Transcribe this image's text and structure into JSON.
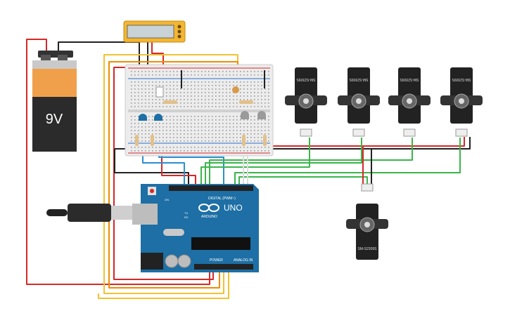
{
  "battery": {
    "label": "9V",
    "color_top": "#f0a04b",
    "color_body": "#2b2b2b"
  },
  "arduino": {
    "brand": "ARDUINO",
    "model": "UNO",
    "digital_label": "DIGITAL (PWM~)",
    "power_label": "POWER",
    "analog_label": "ANALOG IN",
    "tx_label": "TX",
    "rx_label": "RX",
    "on_label": "ON",
    "color": "#1d6fa5"
  },
  "servos": [
    {
      "label": "SM-S2309S"
    },
    {
      "label": "SM-S2309S"
    },
    {
      "label": "SM-S2309S"
    },
    {
      "label": "SM-S2309S"
    },
    {
      "label": "SM-S2309S"
    }
  ],
  "lcd": {
    "color": "#f2b632",
    "screen": "#c9d3d6"
  },
  "wire_colors": {
    "red": "#d62828",
    "black": "#222222",
    "green": "#3bb54a",
    "yellow": "#f2c230",
    "orange": "#f08c00",
    "blue": "#2a8fd0"
  }
}
